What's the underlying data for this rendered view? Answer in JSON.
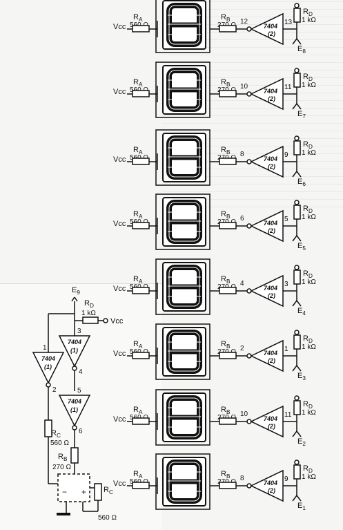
{
  "stages": [
    {
      "e": "8",
      "pin_in": "13",
      "pin_out": "12",
      "gate": "7404",
      "unit": "(2)"
    },
    {
      "e": "7",
      "pin_in": "11",
      "pin_out": "10",
      "gate": "7404",
      "unit": "(2)"
    },
    {
      "e": "6",
      "pin_in": "9",
      "pin_out": "8",
      "gate": "7404",
      "unit": "(2)"
    },
    {
      "e": "5",
      "pin_in": "5",
      "pin_out": "6",
      "gate": "7404",
      "unit": "(2)"
    },
    {
      "e": "4",
      "pin_in": "3",
      "pin_out": "4",
      "gate": "7404",
      "unit": "(2)"
    },
    {
      "e": "3",
      "pin_in": "1",
      "pin_out": "2",
      "gate": "7404",
      "unit": "(2)"
    },
    {
      "e": "2",
      "pin_in": "11",
      "pin_out": "10",
      "gate": "7404",
      "unit": "(2)"
    },
    {
      "e": "1",
      "pin_in": "9",
      "pin_out": "8",
      "gate": "7404",
      "unit": "(2)"
    }
  ],
  "labels": {
    "ra": "R",
    "ra_sub": "A",
    "ra_val": "560 Ω",
    "rb": "R",
    "rb_sub": "B",
    "rb_val": "270 Ω",
    "rd": "R",
    "rd_sub": "D",
    "rd_val": "1 kΩ",
    "rc": "R",
    "rc_sub": "C",
    "rc_val": "560 Ω",
    "vcc": "Vcc",
    "e": "E"
  },
  "left_circuit": {
    "e_sub": "9",
    "gate_a": {
      "name": "7404",
      "unit": "(1)",
      "pin_in": "3",
      "pin_out": "4"
    },
    "gate_b": {
      "name": "7404",
      "unit": "(1)",
      "pin_in": "1",
      "pin_out": "2"
    },
    "gate_c": {
      "name": "7404",
      "unit": "(1)",
      "pin_in": "5",
      "pin_out": "6"
    },
    "rd_val": "1 kΩ",
    "rc1_val": "560 Ω",
    "rb_val": "270 Ω",
    "rc2_val": "560 Ω",
    "source_minus": "−",
    "source_plus": "+"
  }
}
